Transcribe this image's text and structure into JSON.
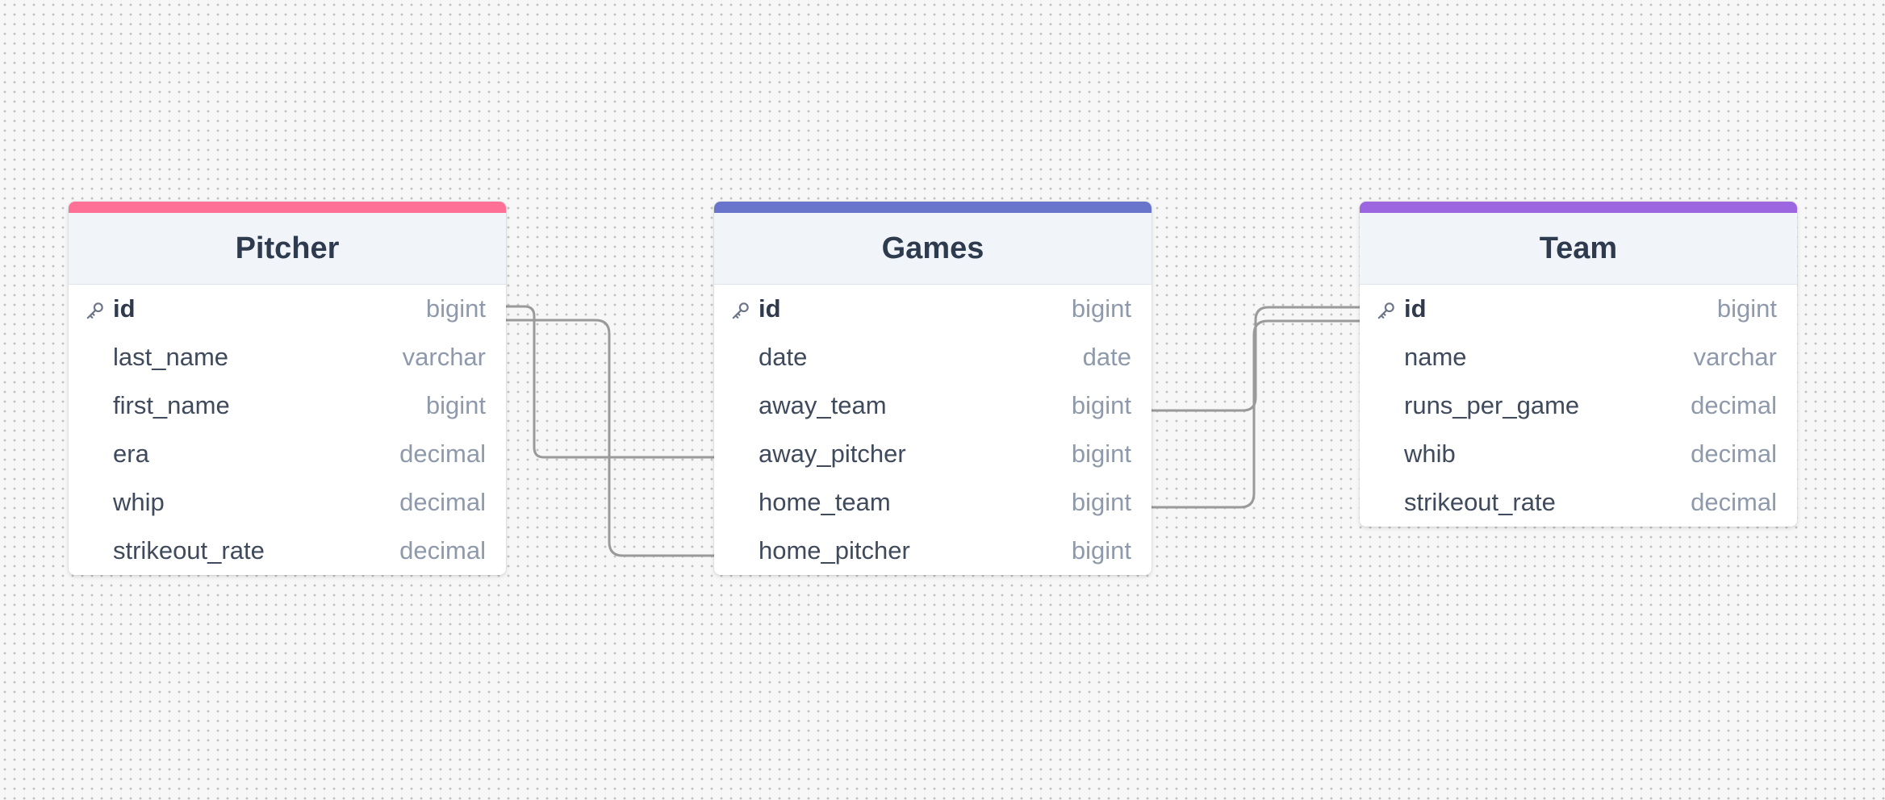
{
  "tables": [
    {
      "name": "Pitcher",
      "accent": "#ff7096",
      "fields": [
        {
          "name": "id",
          "type": "bigint",
          "pk": true
        },
        {
          "name": "last_name",
          "type": "varchar"
        },
        {
          "name": "first_name",
          "type": "bigint"
        },
        {
          "name": "era",
          "type": "decimal"
        },
        {
          "name": "whip",
          "type": "decimal"
        },
        {
          "name": "strikeout_rate",
          "type": "decimal"
        }
      ]
    },
    {
      "name": "Games",
      "accent": "#6875cb",
      "fields": [
        {
          "name": "id",
          "type": "bigint",
          "pk": true
        },
        {
          "name": "date",
          "type": "date"
        },
        {
          "name": "away_team",
          "type": "bigint"
        },
        {
          "name": "away_pitcher",
          "type": "bigint"
        },
        {
          "name": "home_team",
          "type": "bigint"
        },
        {
          "name": "home_pitcher",
          "type": "bigint"
        }
      ]
    },
    {
      "name": "Team",
      "accent": "#9b66e0",
      "fields": [
        {
          "name": "id",
          "type": "bigint",
          "pk": true
        },
        {
          "name": "name",
          "type": "varchar"
        },
        {
          "name": "runs_per_game",
          "type": "decimal"
        },
        {
          "name": "whib",
          "type": "decimal"
        },
        {
          "name": "strikeout_rate",
          "type": "decimal"
        }
      ]
    }
  ],
  "relationships": [
    {
      "from": "Games.away_pitcher",
      "to": "Pitcher.id"
    },
    {
      "from": "Games.home_pitcher",
      "to": "Pitcher.id"
    },
    {
      "from": "Games.away_team",
      "to": "Team.id"
    },
    {
      "from": "Games.home_team",
      "to": "Team.id"
    }
  ]
}
